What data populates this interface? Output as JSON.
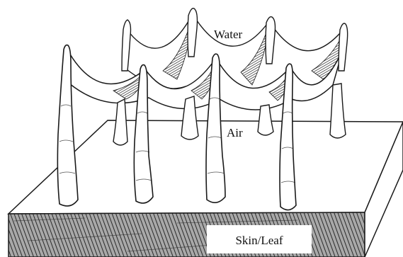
{
  "labels": {
    "water": "Water",
    "air": "Air",
    "substrate": "Skin/Leaf"
  },
  "colors": {
    "ink": "#1a1a1a",
    "paper": "#ffffff",
    "substrate_top": "#ffffff",
    "substrate_side": "#9a9a9a",
    "label_box": "#ffffff"
  }
}
